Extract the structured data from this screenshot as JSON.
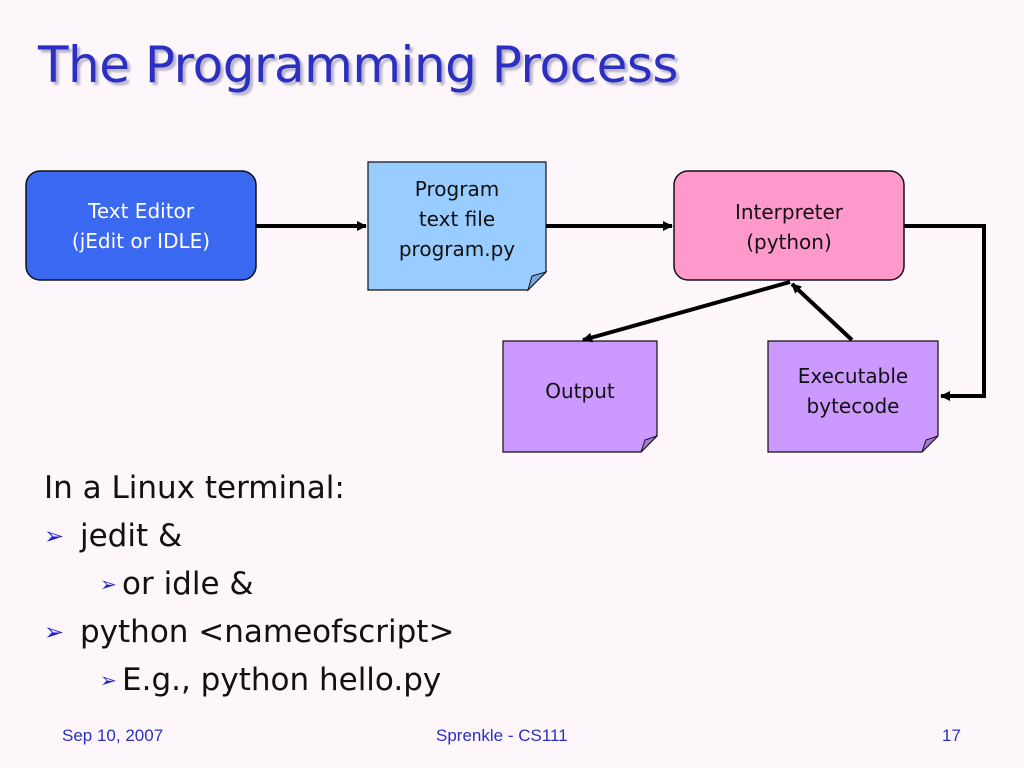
{
  "slide": {
    "title": "The Programming Process"
  },
  "diagram": {
    "nodes": {
      "text_editor": {
        "line1": "Text Editor",
        "line2": "(jEdit or IDLE)",
        "color": "#3a68f0"
      },
      "program_file": {
        "line1": "Program",
        "line2": "text file",
        "line3": "program.py",
        "color": "#99ccff"
      },
      "interpreter": {
        "line1": "Interpreter",
        "line2": "(python)",
        "color": "#ff99cc"
      },
      "output": {
        "line1": "Output",
        "color": "#cc99ff"
      },
      "bytecode": {
        "line1": "Executable",
        "line2": "bytecode",
        "color": "#cc99ff"
      }
    }
  },
  "notes": {
    "heading": "In a Linux terminal:",
    "items": [
      {
        "text": "jedit &",
        "sub": "or idle &"
      },
      {
        "text": "python <nameofscript>",
        "sub": "E.g., python hello.py"
      }
    ],
    "bullet_glyph": "➢"
  },
  "footer": {
    "date": "Sep 10, 2007",
    "center": "Sprenkle - CS111",
    "page": "17"
  }
}
